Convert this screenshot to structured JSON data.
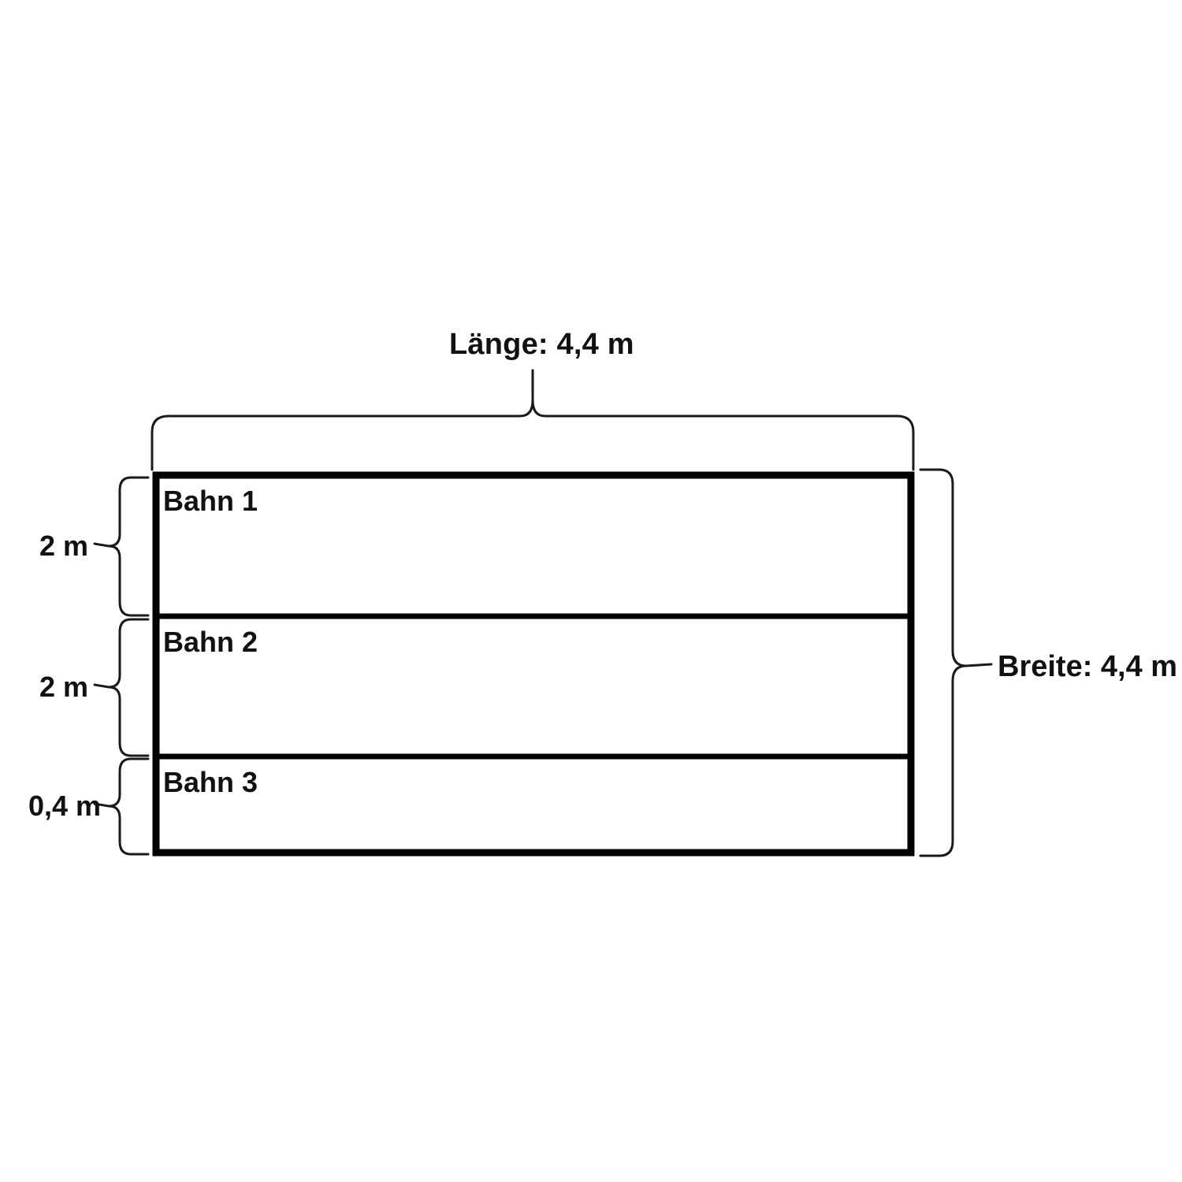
{
  "figure": {
    "title_top": "Länge: 4,4 m",
    "title_right": "Breite: 4,4 m",
    "lanes": [
      {
        "label": "Bahn 1",
        "dimension": "2 m"
      },
      {
        "label": "Bahn 2",
        "dimension": "2 m"
      },
      {
        "label": "Bahn 3",
        "dimension": "0,4 m"
      }
    ],
    "colors": {
      "stroke": "#000000",
      "brace": "#1a1a1a",
      "background": "#ffffff",
      "text": "#111111"
    }
  },
  "chart_data": {
    "type": "diagram",
    "title": "Länge: 4,4 m",
    "subtitle": "Breite: 4,4 m",
    "categories": [
      "Bahn 1",
      "Bahn 2",
      "Bahn 3"
    ],
    "values": [
      2,
      2,
      0.4
    ],
    "unit": "m",
    "value_labels": [
      "2 m",
      "2 m",
      "0,4 m"
    ],
    "total_width": "4,4 m",
    "total_height": "4,4 m",
    "xlabel": "Länge",
    "ylabel": "Breite",
    "grid": false,
    "legend": "none"
  }
}
